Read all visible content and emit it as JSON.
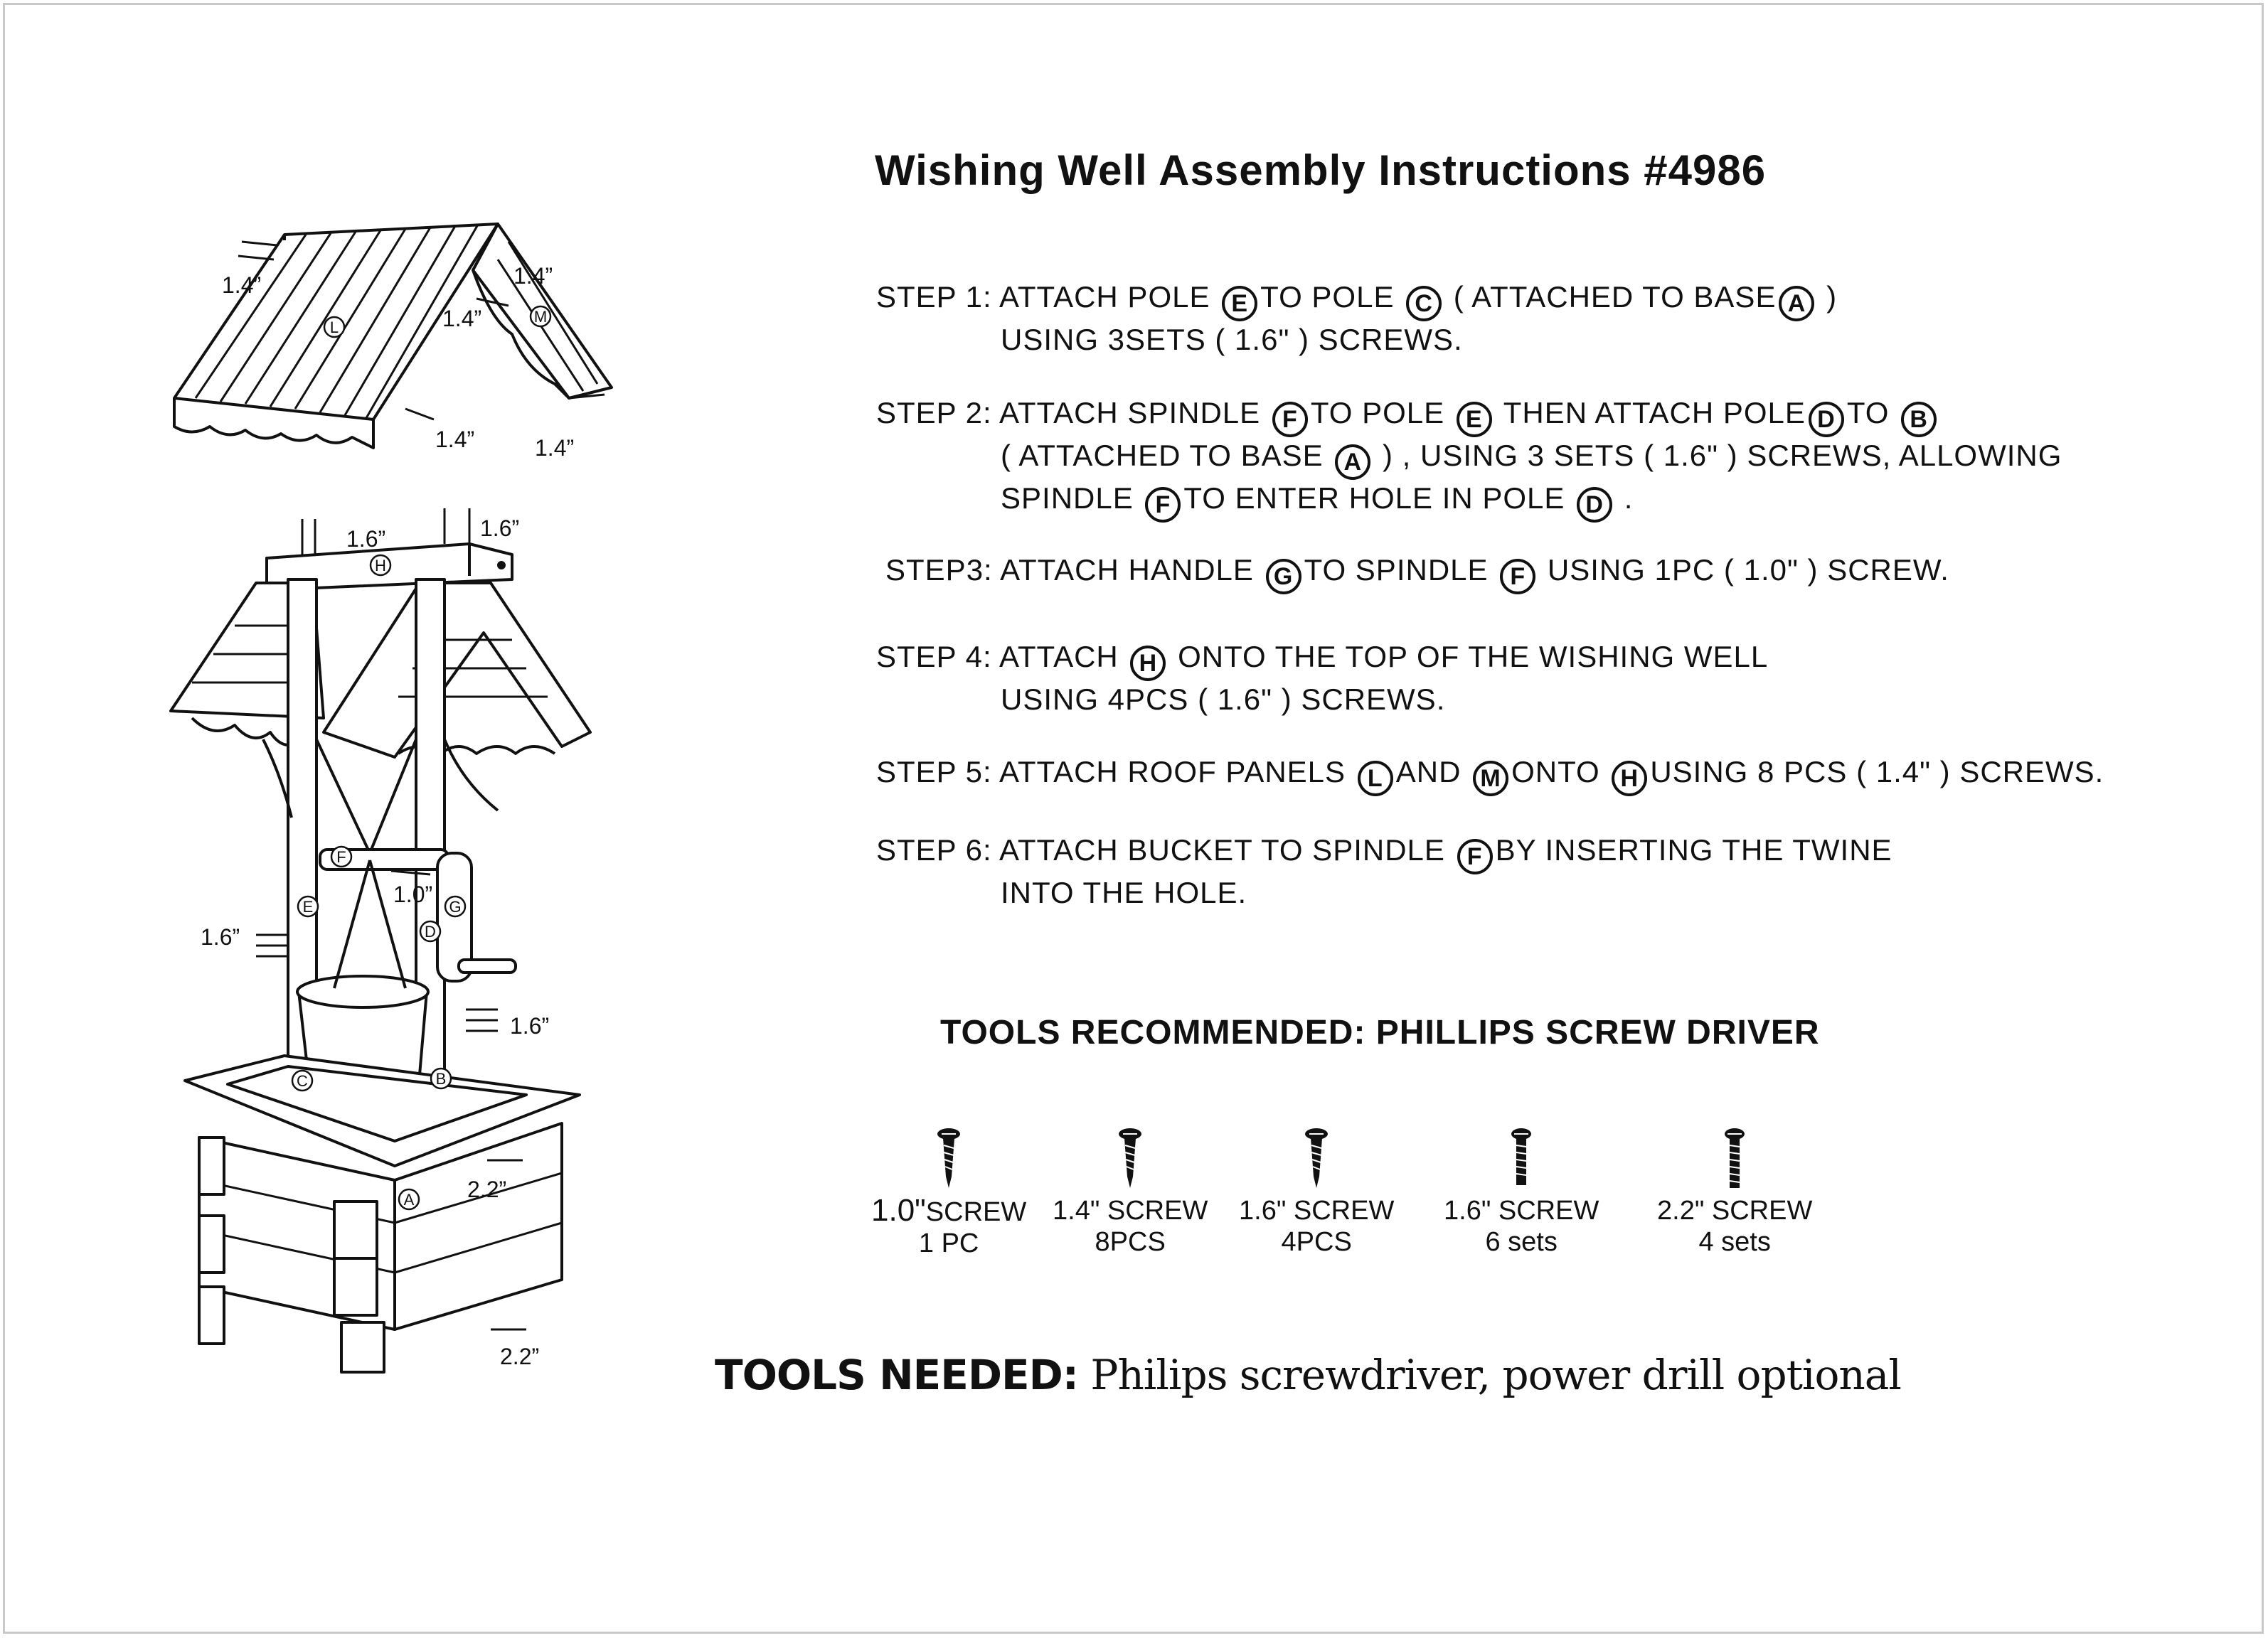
{
  "title": "Wishing Well Assembly Instructions #4986",
  "steps": [
    {
      "prefix": "STEP 1: ",
      "parts": [
        "ATTACH POLE ",
        "E",
        "TO POLE ",
        "C",
        " ( ATTACHED TO BASE",
        "A",
        " )"
      ],
      "line2": "USING 3SETS ( 1.6\" ) SCREWS."
    },
    {
      "prefix": "STEP 2: ",
      "parts": [
        "ATTACH SPINDLE ",
        "F",
        "TO  POLE ",
        "E",
        " THEN ATTACH POLE",
        "D",
        "TO ",
        "B"
      ],
      "line2_parts": [
        "( ATTACHED TO BASE ",
        "A",
        " ) ,  USING 3 SETS ( 1.6\" ) SCREWS,  ALLOWING"
      ],
      "line3_parts": [
        "SPINDLE ",
        "F",
        "TO ENTER  HOLE IN POLE ",
        "D",
        " ."
      ]
    },
    {
      "prefix": "STEP3: ",
      "parts": [
        "ATTACH HANDLE ",
        "G",
        "TO SPINDLE  ",
        "F",
        " USING 1PC ( 1.0\" ) SCREW."
      ]
    },
    {
      "prefix": "STEP 4: ",
      "parts": [
        "ATTACH  ",
        "H",
        "  ONTO THE TOP OF THE WISHING WELL"
      ],
      "line2": "USING 4PCS ( 1.6\" ) SCREWS."
    },
    {
      "prefix": "STEP 5: ",
      "parts": [
        "ATTACH ROOF PANELS ",
        "L",
        "AND ",
        "M",
        "ONTO ",
        "H",
        "USING 8 PCS ( 1.4\" ) SCREWS."
      ]
    },
    {
      "prefix": "STEP 6: ",
      "parts": [
        "ATTACH BUCKET TO SPINDLE  ",
        "F",
        "BY INSERTING THE TWINE"
      ],
      "line2": "INTO THE HOLE."
    }
  ],
  "tools_recommended": "TOOLS RECOMMENDED: PHILLIPS SCREW DRIVER",
  "tools_needed_label": "TOOLS NEEDED:",
  "tools_needed_text": " Philips screwdriver, power drill optional",
  "screws": [
    {
      "size": "1.0\"",
      "name": "SCREW",
      "qty": "1 PC"
    },
    {
      "size": "1.4\"",
      "name": "SCREW",
      "qty": "8PCS"
    },
    {
      "size": "1.6\"",
      "name": "SCREW",
      "qty": "4PCS"
    },
    {
      "size": "1.6\"",
      "name": "SCREW",
      "qty": "6 sets"
    },
    {
      "size": "2.2\"",
      "name": "SCREW",
      "qty": "4 sets"
    }
  ],
  "diagram_labels": {
    "roof_left": "1.4”",
    "roof_mid": "1.4”",
    "roof_top_right": "1.4”",
    "roof_bottom_mid": "1.4”",
    "roof_bottom_right": "1.4”",
    "top_left": "1.6”",
    "top_right": "1.6”",
    "side_left": "1.6”",
    "side_right": "1.6”",
    "handle": "1.0”",
    "base_upper": "2.2”",
    "base_lower": "2.2”"
  },
  "part_letters": [
    "L",
    "M",
    "H",
    "F",
    "E",
    "D",
    "G",
    "C",
    "B",
    "A"
  ]
}
